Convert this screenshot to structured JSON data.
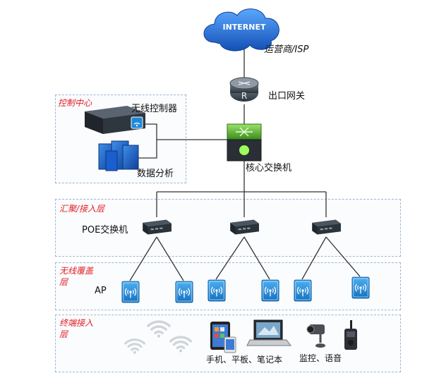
{
  "internet": {
    "label": "INTERNET",
    "caption": "运营商/ISP"
  },
  "gateway": {
    "label": "出口网关"
  },
  "core": {
    "label": "核心交换机"
  },
  "control": {
    "title": "控制中心",
    "wlc": "无线控制器",
    "analytics": "数据分析"
  },
  "aggregation": {
    "title": "汇聚/接入层",
    "device": "POE交换机"
  },
  "wireless": {
    "title_line1": "无线覆盖",
    "title_line2": "层",
    "device": "AP"
  },
  "terminal": {
    "title_line1": "终端接入",
    "title_line2": "层",
    "devices": "手机、平板、笔记本",
    "monitor": "监控、语音"
  },
  "colors": {
    "accent_red": "#e31c23",
    "cloud_blue": "#1e64c8",
    "ap_blue": "#1e88d8",
    "box_border": "#9fb6cf"
  }
}
